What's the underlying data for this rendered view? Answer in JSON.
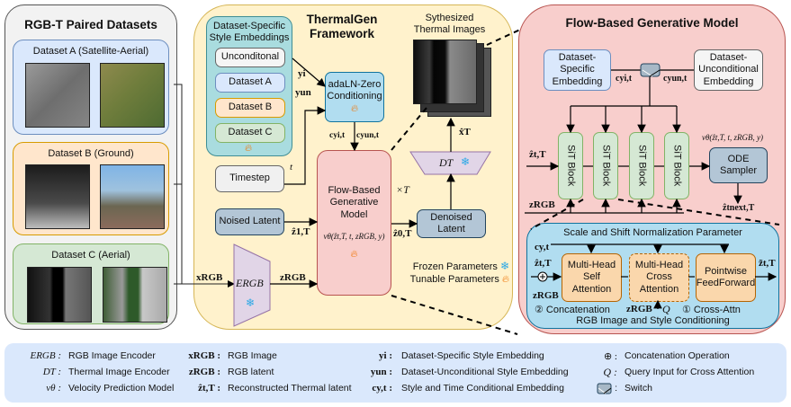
{
  "left_panel": {
    "title": "RGB-T Paired Datasets",
    "datasets": [
      {
        "label": "Dataset A (Satellite-Aerial)",
        "color": "#dae8fc",
        "border": "#6c8ebf"
      },
      {
        "label": "Dataset B (Ground)",
        "color": "#ffe6cc",
        "border": "#d79b00"
      },
      {
        "label": "Dataset C (Aerial)",
        "color": "#d5e8d4",
        "border": "#82b366"
      }
    ]
  },
  "framework": {
    "title_line1": "ThermalGen",
    "title_line2": "Framework",
    "style_embeddings": {
      "title_line1": "Dataset-Specific",
      "title_line2": "Style Embeddings",
      "items": [
        "Unconditonal",
        "Dataset A",
        "Dataset B",
        "Dataset C"
      ]
    },
    "adaln": {
      "line1": "adaLN-Zero",
      "line2": "Conditioning"
    },
    "timestep": "Timestep",
    "noised_latent": "Noised Latent",
    "flow_model": {
      "line1": "Flow-Based",
      "line2": "Generative",
      "line3": "Model",
      "formula": "vθ(ẑt,T, t, zRGB, y)"
    },
    "denoised_latent": {
      "line1": "Denoised",
      "line2": "Latent"
    },
    "synth": {
      "line1": "Sythesized",
      "line2": "Thermal Images"
    },
    "decoder": "DT",
    "encoder": "ERGB",
    "times_T": "×T",
    "frozen": "Frozen Parameters",
    "tunable": "Tunable Parameters",
    "labels": {
      "y_i": "yi",
      "y_un": "yun",
      "t": "t",
      "c_yi": "cyi,t",
      "c_yun": "cyun,t",
      "z1T": "ẑ1,T",
      "z0T": "ẑ0,T",
      "xT": "x̂T",
      "xRGB": "xRGB",
      "zRGB": "zRGB"
    }
  },
  "flow_panel": {
    "title": "Flow-Based Generative Model",
    "specific_emb": {
      "line1": "Dataset-",
      "line2": "Specific",
      "line3": "Embedding"
    },
    "uncond_emb": {
      "line1": "Dataset-",
      "line2": "Unconditional",
      "line3": "Embedding"
    },
    "c_yi": "cyi,t",
    "c_yun": "cyun,t",
    "sit_blocks": [
      "SiT Block",
      "SiT Block",
      "SiT Block",
      "SiT Block"
    ],
    "z_in": "ẑt,T",
    "z_rgb": "zRGB",
    "formula": "vθ(ẑt,T, t, zRGB, y)",
    "ode": {
      "line1": "ODE",
      "line2": "Sampler"
    },
    "z_next": "ẑtnext,T",
    "detail": {
      "title": "Scale and Shift Normalization Parameter",
      "c_y_t": "cy,t",
      "z_in": "ẑt,T",
      "z_rgb": "zRGB",
      "mhsa": {
        "line1": "Multi-Head",
        "line2": "Self",
        "line3": "Attention"
      },
      "mhca": {
        "line1": "Multi-Head",
        "line2": "Cross",
        "line3": "Attention"
      },
      "ffn": {
        "line1": "Pointwise",
        "line2": "FeedForward"
      },
      "z_out": "z̃t,T",
      "concat_label": "② Concatenation",
      "zrgb_q": "zRGB",
      "q": "Q",
      "cross_label": "① Cross-Attn",
      "footer": "RGB Image and Style Conditioning"
    }
  },
  "legend": {
    "col1": [
      {
        "sym": "ERGB :",
        "desc": "RGB Image Encoder"
      },
      {
        "sym": "DT :",
        "desc": "Thermal Image Encoder"
      },
      {
        "sym": "vθ :",
        "desc": "Velocity Prediction Model"
      }
    ],
    "col2": [
      {
        "sym": "xRGB :",
        "desc": "RGB Image"
      },
      {
        "sym": "zRGB :",
        "desc": "RGB latent"
      },
      {
        "sym": "ẑt,T :",
        "desc": "Reconstructed Thermal latent"
      }
    ],
    "col3": [
      {
        "sym": "yi :",
        "desc": "Dataset-Specific Style Embedding"
      },
      {
        "sym": "yun :",
        "desc": "Dataset-Unconditional Style Embedding"
      },
      {
        "sym": "cy,t :",
        "desc": "Style and Time Conditional Embedding"
      }
    ],
    "col4": [
      {
        "sym": "⊕ :",
        "desc": "Concatenation Operation"
      },
      {
        "sym": "Q :",
        "desc": "Query Input for Cross Attention"
      },
      {
        "sym": ":",
        "desc": "Switch"
      }
    ]
  },
  "colors": {
    "left_bg": "#f2f2f2",
    "framework_bg": "#fff2cc",
    "flow_bg": "#f8cecc",
    "detail_bg": "#b1ddf0",
    "legend_bg": "#dae8fc",
    "sit": "#d5e8d4",
    "latent": "#b3c6d6",
    "attn": "#fad7ac",
    "decoder": "#e1d5e7"
  }
}
